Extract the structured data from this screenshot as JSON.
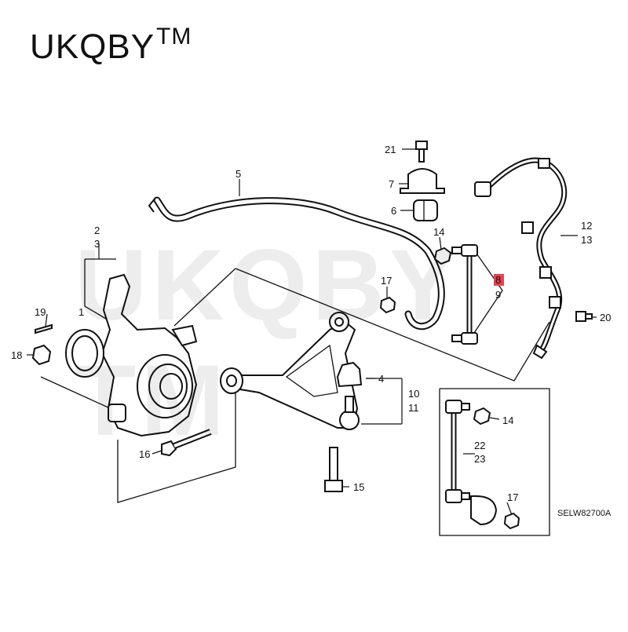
{
  "brand": {
    "name": "UKQBY",
    "mark": "TM"
  },
  "watermark": "UKQBY TM",
  "diagram_code": "SELW82700A",
  "highlight_color": "#e8414f",
  "callouts": [
    {
      "id": "c1",
      "text": "1"
    },
    {
      "id": "c2",
      "text": "2"
    },
    {
      "id": "c3",
      "text": "3"
    },
    {
      "id": "c4",
      "text": "4"
    },
    {
      "id": "c5",
      "text": "5"
    },
    {
      "id": "c6",
      "text": "6"
    },
    {
      "id": "c7",
      "text": "7"
    },
    {
      "id": "c8",
      "text": "8",
      "highlighted": true
    },
    {
      "id": "c9",
      "text": "9"
    },
    {
      "id": "c10",
      "text": "10"
    },
    {
      "id": "c11",
      "text": "11"
    },
    {
      "id": "c12",
      "text": "12"
    },
    {
      "id": "c13",
      "text": "13"
    },
    {
      "id": "c14a",
      "text": "14"
    },
    {
      "id": "c14b",
      "text": "14"
    },
    {
      "id": "c15",
      "text": "15"
    },
    {
      "id": "c16",
      "text": "16"
    },
    {
      "id": "c17a",
      "text": "17"
    },
    {
      "id": "c17b",
      "text": "17"
    },
    {
      "id": "c18",
      "text": "18"
    },
    {
      "id": "c19",
      "text": "19"
    },
    {
      "id": "c20",
      "text": "20"
    },
    {
      "id": "c21",
      "text": "21"
    },
    {
      "id": "c22",
      "text": "22"
    },
    {
      "id": "c23",
      "text": "23"
    }
  ]
}
